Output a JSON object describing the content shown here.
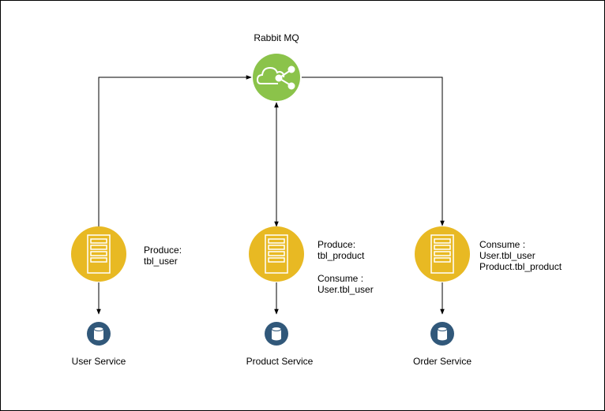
{
  "broker": {
    "name": "Rabbit MQ",
    "icon": "rabbitmq-cloud-icon",
    "color": "#8bc34a"
  },
  "services": [
    {
      "name": "User Service",
      "server_icon": "server-icon",
      "db_icon": "database-icon",
      "notes": [
        "Produce:",
        "tbl_user"
      ]
    },
    {
      "name": "Product Service",
      "server_icon": "server-icon",
      "db_icon": "database-icon",
      "notes": [
        "Produce:",
        "tbl_product",
        "",
        "Consume :",
        "User.tbl_user"
      ]
    },
    {
      "name": "Order Service",
      "server_icon": "server-icon",
      "db_icon": "database-icon",
      "notes": [
        "Consume :",
        "User.tbl_user",
        "Product.tbl_product"
      ]
    }
  ],
  "colors": {
    "server": "#e8b923",
    "database": "#31587a",
    "arrow": "#000000"
  }
}
